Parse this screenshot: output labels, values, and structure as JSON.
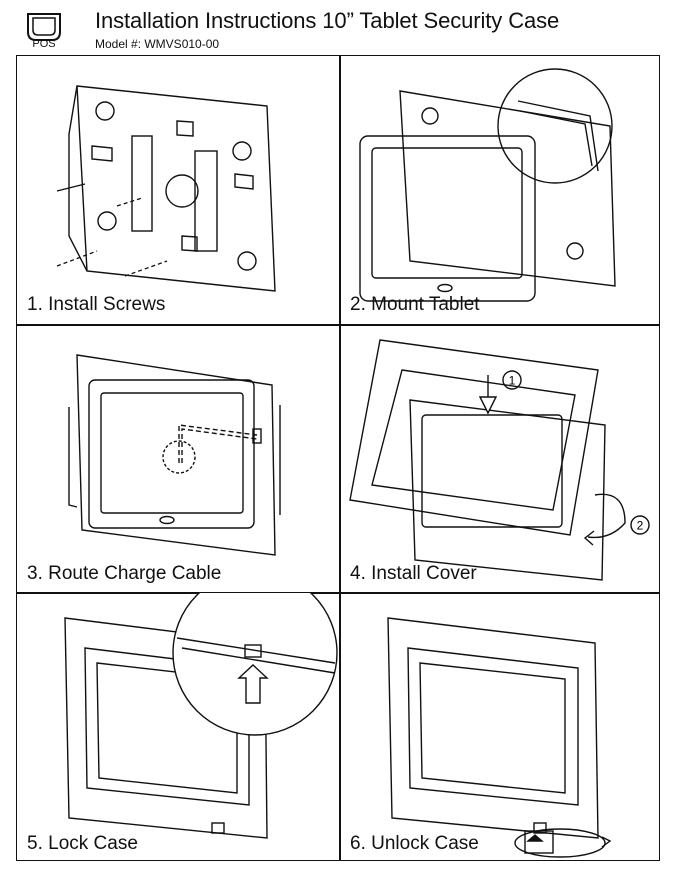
{
  "header": {
    "logo_text": "POS",
    "title": "Installation Instructions 10” Tablet Security Case",
    "model": "Model #: WMVS010-00"
  },
  "steps": [
    {
      "label": "1. Install Screws"
    },
    {
      "label": "2. Mount Tablet"
    },
    {
      "label": "3. Route Charge Cable"
    },
    {
      "label": "4. Install Cover"
    },
    {
      "label": "5. Lock Case"
    },
    {
      "label": "6. Unlock Case"
    }
  ],
  "callouts": {
    "first": "1",
    "second": "2"
  }
}
